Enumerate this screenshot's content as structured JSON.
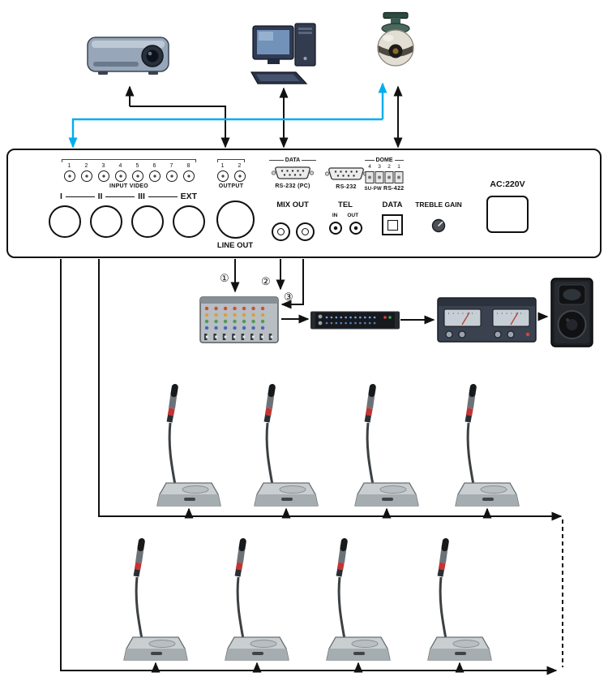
{
  "panel": {
    "input_video": {
      "label": "INPUT VIDEO",
      "ports": [
        "1",
        "2",
        "3",
        "4",
        "5",
        "6",
        "7",
        "8"
      ]
    },
    "output": {
      "label": "OUTPUT",
      "ports": [
        "1",
        "2"
      ]
    },
    "data_pc": {
      "top_label": "DATA",
      "bottom_label": "RS-232 (PC)"
    },
    "rs232": {
      "bottom_label": "RS-232"
    },
    "dome": {
      "top_label": "DOME",
      "pins": [
        "4",
        "3",
        "2",
        "1"
      ],
      "sub_label": "SU-PW",
      "bottom_label": "RS-422"
    },
    "power": {
      "label": "AC:220V"
    },
    "mic_inputs": {
      "labels": [
        "I",
        "II",
        "III",
        "EXT"
      ]
    },
    "line_out": {
      "label": "LINE OUT"
    },
    "mix_out": {
      "label": "MIX OUT"
    },
    "tel": {
      "label": "TEL",
      "in_label": "IN",
      "out_label": "OUT"
    },
    "data_port": {
      "label": "DATA"
    },
    "treble_gain": {
      "label": "TREBLE GAIN"
    }
  },
  "annotations": {
    "step1": "①",
    "step2": "②",
    "step3": "③"
  },
  "devices": {
    "projector": "projector",
    "computer": "computer",
    "dome_camera": "dome-camera",
    "central_unit": "conference-system-host",
    "mixer": "audio-mixer",
    "equalizer": "equalizer",
    "amplifier": "power-amplifier",
    "speaker": "loudspeaker",
    "microphone": "conference-microphone",
    "mic_count_row1": 4,
    "mic_count_row2": 4
  },
  "colors": {
    "wire": "#111111",
    "video_wire": "#00aeef",
    "panel_bg": "#ffffff"
  }
}
